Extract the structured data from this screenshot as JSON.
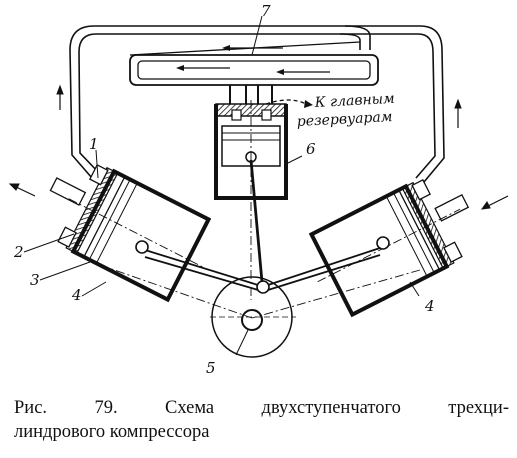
{
  "figure": {
    "labels": {
      "n1": "1",
      "n2": "2",
      "n3": "3",
      "n4_left": "4",
      "n4_right": "4",
      "n5": "5",
      "n6": "6",
      "n7": "7",
      "reservoir_line1": "К главным",
      "reservoir_line2": "резервуарам"
    }
  },
  "caption": {
    "line1": "Рис. 79. Схема двухступенчатого трехци-",
    "line2": "линдрового компрессора"
  }
}
